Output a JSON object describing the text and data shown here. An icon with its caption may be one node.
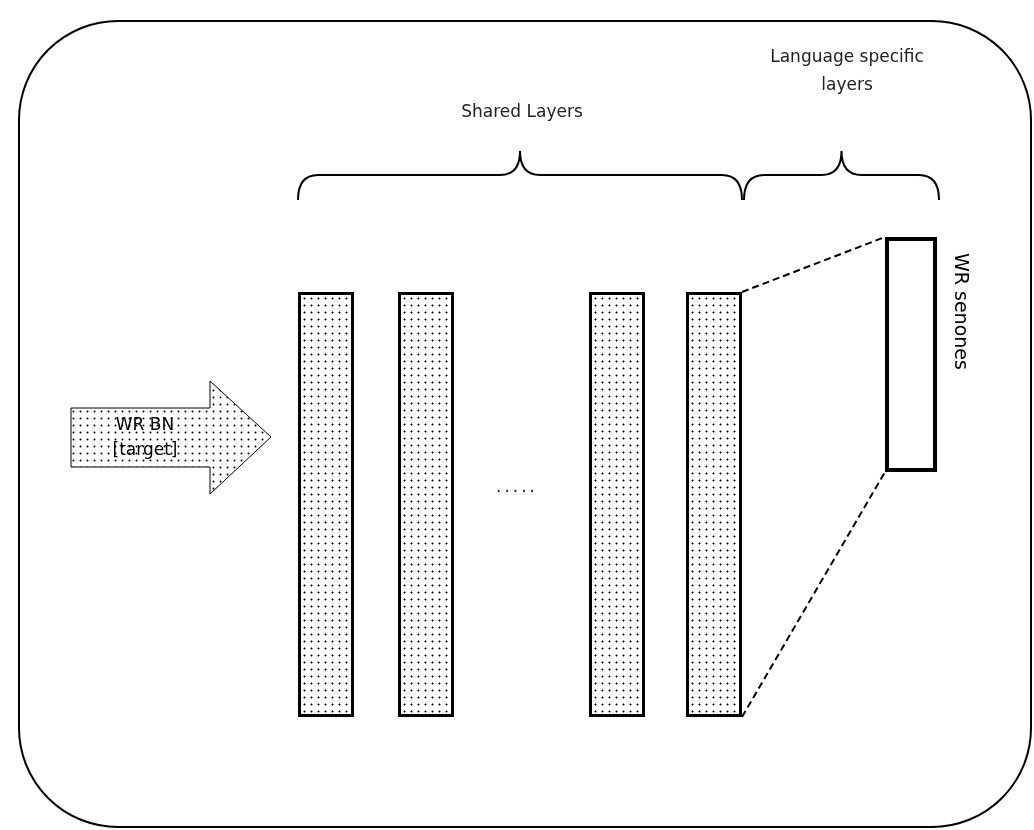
{
  "diagram": {
    "nodes": [
      {
        "text": [],
        "shape": "box"
      },
      {
        "text": [
          "WR BN [target]"
        ],
        "in": 0
      },
      {
        "text": [],
        "shape": "bar",
        "in": 0
      },
      {
        "text": [],
        "shape": "bar",
        "in": 0
      },
      {
        "text": [],
        "shape": "bar",
        "in": 0
      },
      {
        "text": [],
        "shape": "bar",
        "in": 0
      },
      {
        "text": [],
        "shape": "box",
        "in": 0,
        "beside": [
          "WR senones"
        ]
      }
    ],
    "edges": [
      {
        "from": 5,
        "to": 6,
        "arrow": "none",
        "style": "dashed"
      },
      {
        "from": 5,
        "to": 6,
        "arrow": "none",
        "style": "dashed"
      }
    ],
    "labels": [
      "Language specific layers",
      "Shared Layers",
      "....."
    ]
  }
}
